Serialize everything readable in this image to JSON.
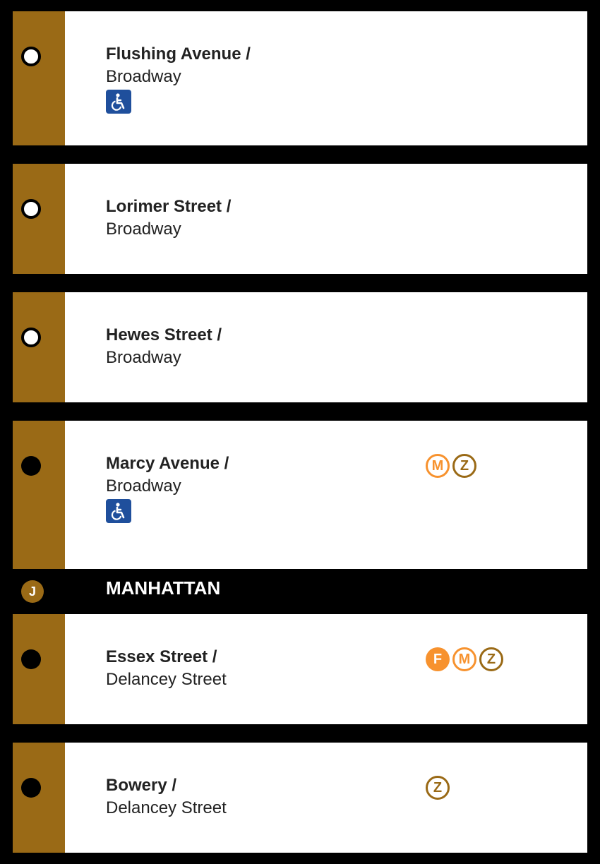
{
  "colors": {
    "line_brown": "#9a6a16",
    "orange": "#f7922e",
    "ada_blue": "#1f4f9c",
    "background": "#000000"
  },
  "stations": [
    {
      "line1": "Flushing Avenue /",
      "line2": "Broadway",
      "type": "local",
      "accessible": true,
      "routes": []
    },
    {
      "line1": "Lorimer Street /",
      "line2": "Broadway",
      "type": "local",
      "accessible": false,
      "routes": []
    },
    {
      "line1": "Hewes Street /",
      "line2": "Broadway",
      "type": "local",
      "accessible": false,
      "routes": []
    },
    {
      "line1": "Marcy Avenue /",
      "line2": "Broadway",
      "type": "express",
      "accessible": true,
      "routes": [
        "M",
        "Z"
      ]
    },
    {
      "line1": "Essex Street /",
      "line2": "Delancey Street",
      "type": "express",
      "accessible": false,
      "routes": [
        "F",
        "M",
        "Z"
      ]
    },
    {
      "line1": "Bowery /",
      "line2": "Delancey Street",
      "type": "express",
      "accessible": false,
      "routes": [
        "Z"
      ]
    }
  ],
  "borough": {
    "bullet": "J",
    "name": "MANHATTAN"
  },
  "icons": {
    "ada": "wheelchair-accessible-icon",
    "local_stop": "local-stop-dot-icon",
    "express_stop": "express-stop-dot-icon"
  }
}
